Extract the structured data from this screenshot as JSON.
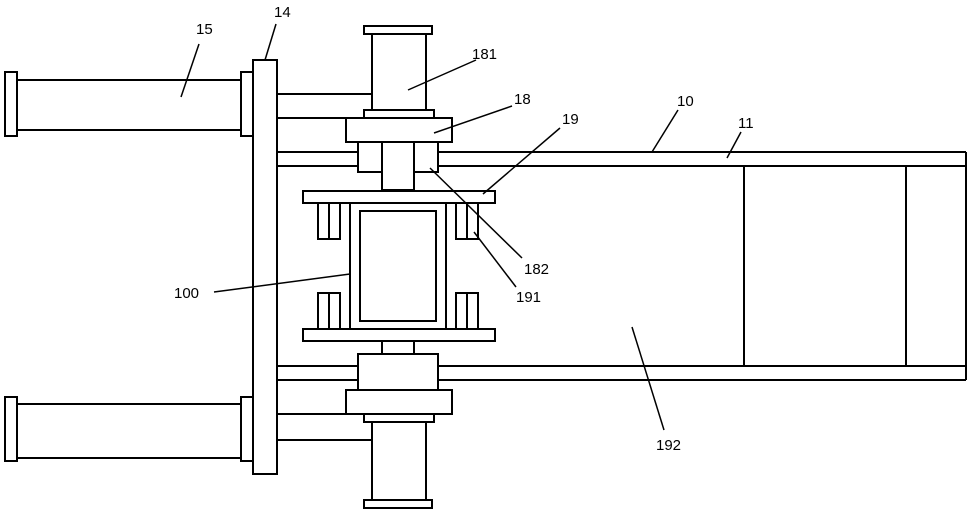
{
  "callouts": {
    "c10": "10",
    "c11": "11",
    "c14": "14",
    "c15": "15",
    "c18": "18",
    "c19": "19",
    "c100": "100",
    "c181": "181",
    "c182": "182",
    "c191": "191",
    "c192": "192"
  },
  "colors": {
    "line": "#000000",
    "background": "#ffffff"
  }
}
